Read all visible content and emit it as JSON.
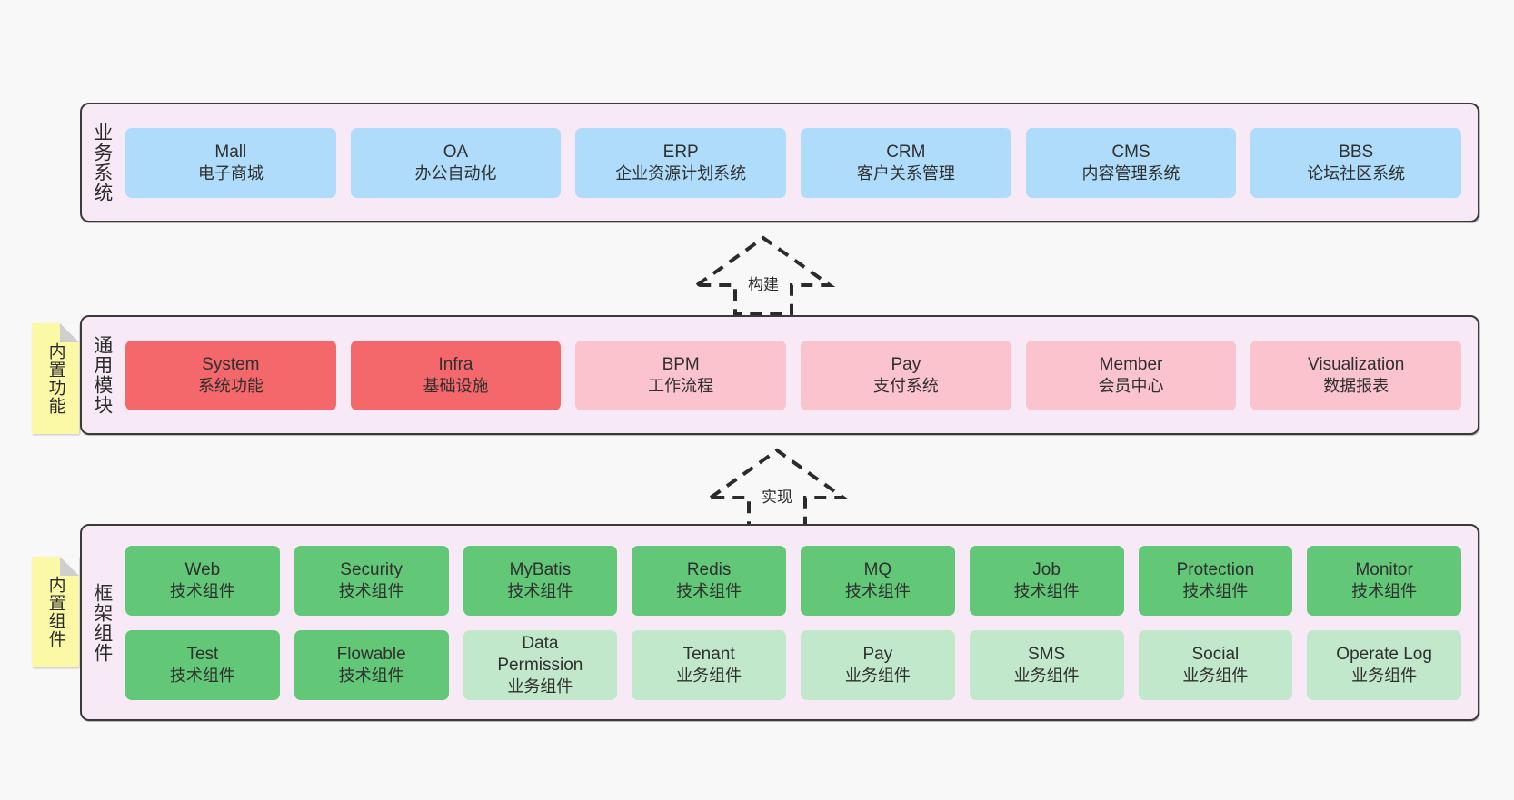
{
  "diagram": {
    "background_color": "#f8f8f8",
    "panel_color": "#f7e9f5",
    "panel_border_color": "#3a3a3a",
    "sticky_color": "#fbf8a6"
  },
  "layers": [
    {
      "id": "business-systems",
      "title": "业务系统",
      "sticky": null,
      "rows": [
        {
          "cards": [
            {
              "en": "Mall",
              "cn": "电子商城",
              "color": "#afdcfb",
              "style": "c-blue"
            },
            {
              "en": "OA",
              "cn": "办公自动化",
              "color": "#afdcfb",
              "style": "c-blue"
            },
            {
              "en": "ERP",
              "cn": "企业资源计划系统",
              "color": "#afdcfb",
              "style": "c-blue"
            },
            {
              "en": "CRM",
              "cn": "客户关系管理",
              "color": "#afdcfb",
              "style": "c-blue"
            },
            {
              "en": "CMS",
              "cn": "内容管理系统",
              "color": "#afdcfb",
              "style": "c-blue"
            },
            {
              "en": "BBS",
              "cn": "论坛社区系统",
              "color": "#afdcfb",
              "style": "c-blue"
            }
          ]
        }
      ]
    },
    {
      "id": "common-modules",
      "title": "通用模块",
      "sticky": {
        "text": "内置功能"
      },
      "rows": [
        {
          "cards": [
            {
              "en": "System",
              "cn": "系统功能",
              "color": "#f4676b",
              "style": "c-red"
            },
            {
              "en": "Infra",
              "cn": "基础设施",
              "color": "#f4676b",
              "style": "c-red"
            },
            {
              "en": "BPM",
              "cn": "工作流程",
              "color": "#fac3cd",
              "style": "c-pink"
            },
            {
              "en": "Pay",
              "cn": "支付系统",
              "color": "#fac3cd",
              "style": "c-pink"
            },
            {
              "en": "Member",
              "cn": "会员中心",
              "color": "#fac3cd",
              "style": "c-pink"
            },
            {
              "en": "Visualization",
              "cn": "数据报表",
              "color": "#fac3cd",
              "style": "c-pink"
            }
          ]
        }
      ]
    },
    {
      "id": "framework-components",
      "title": "框架组件",
      "sticky": {
        "text": "内置组件"
      },
      "rows": [
        {
          "cards": [
            {
              "en": "Web",
              "cn": "技术组件",
              "color": "#62c878",
              "style": "c-green"
            },
            {
              "en": "Security",
              "cn": "技术组件",
              "color": "#62c878",
              "style": "c-green"
            },
            {
              "en": "MyBatis",
              "cn": "技术组件",
              "color": "#62c878",
              "style": "c-green"
            },
            {
              "en": "Redis",
              "cn": "技术组件",
              "color": "#62c878",
              "style": "c-green"
            },
            {
              "en": "MQ",
              "cn": "技术组件",
              "color": "#62c878",
              "style": "c-green"
            },
            {
              "en": "Job",
              "cn": "技术组件",
              "color": "#62c878",
              "style": "c-green"
            },
            {
              "en": "Protection",
              "cn": "技术组件",
              "color": "#62c878",
              "style": "c-green"
            },
            {
              "en": "Monitor",
              "cn": "技术组件",
              "color": "#62c878",
              "style": "c-green"
            }
          ]
        },
        {
          "cards": [
            {
              "en": "Test",
              "cn": "技术组件",
              "color": "#62c878",
              "style": "c-green"
            },
            {
              "en": "Flowable",
              "cn": "技术组件",
              "color": "#62c878",
              "style": "c-green"
            },
            {
              "en": "Data\nPermission",
              "cn": "业务组件",
              "color": "#c2e8cb",
              "style": "c-lightgreen"
            },
            {
              "en": "Tenant",
              "cn": "业务组件",
              "color": "#c2e8cb",
              "style": "c-lightgreen"
            },
            {
              "en": "Pay",
              "cn": "业务组件",
              "color": "#c2e8cb",
              "style": "c-lightgreen"
            },
            {
              "en": "SMS",
              "cn": "业务组件",
              "color": "#c2e8cb",
              "style": "c-lightgreen"
            },
            {
              "en": "Social",
              "cn": "业务组件",
              "color": "#c2e8cb",
              "style": "c-lightgreen"
            },
            {
              "en": "Operate Log",
              "cn": "业务组件",
              "color": "#c2e8cb",
              "style": "c-lightgreen"
            }
          ]
        }
      ]
    }
  ],
  "connectors": [
    {
      "id": "connector-build",
      "label": "构建"
    },
    {
      "id": "connector-implement",
      "label": "实现"
    }
  ]
}
